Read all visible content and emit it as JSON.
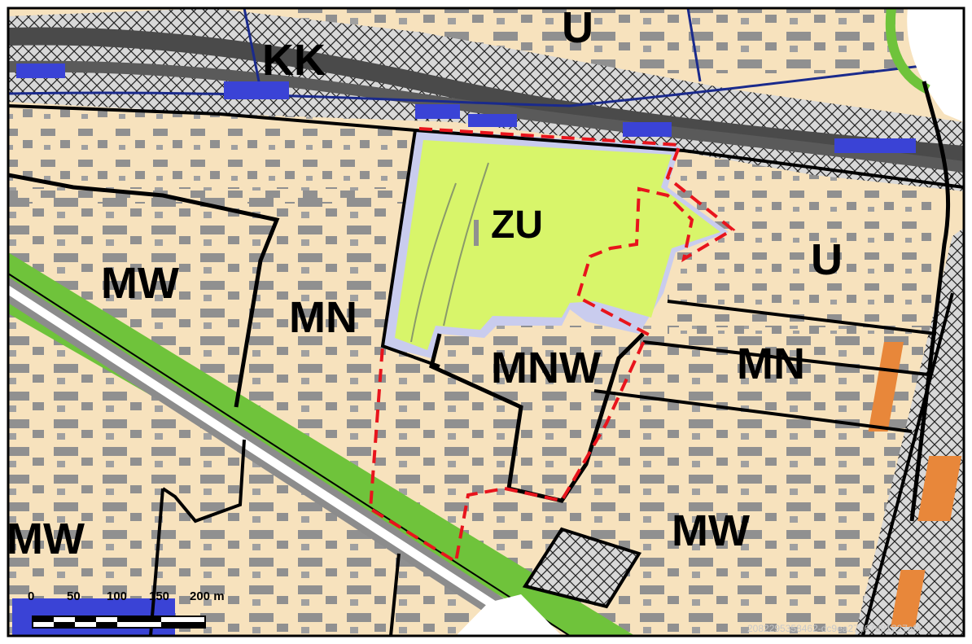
{
  "colors": {
    "residential_base": "#f7e2bd",
    "building": "#909090",
    "railway_dark": "#4a4a4a",
    "railway_hatch": "#d8d8d8",
    "green_strip": "#6fc33b",
    "park_green": "#d8f56a",
    "park_halo": "#c9ccee",
    "water_blue": "#3a43d6",
    "line_blue": "#1a2a8c",
    "boundary_red": "#e8141c",
    "boundary_black": "#000000",
    "industrial_orange": "#e8873a"
  },
  "zones": {
    "kk": "KK",
    "u_top": "U",
    "u_right": "U",
    "zu": "ZU",
    "mw_left": "MW",
    "mn_center": "MN",
    "mnw": "MNW",
    "mn_right": "MN",
    "mw_bottom_left": "MW",
    "mw_bottom_right": "MW"
  },
  "scale_bar": {
    "ticks": [
      "0",
      "50",
      "100",
      "150",
      "200 m"
    ]
  },
  "watermark": "2082295358462-dc9ea27d67d91227af4"
}
